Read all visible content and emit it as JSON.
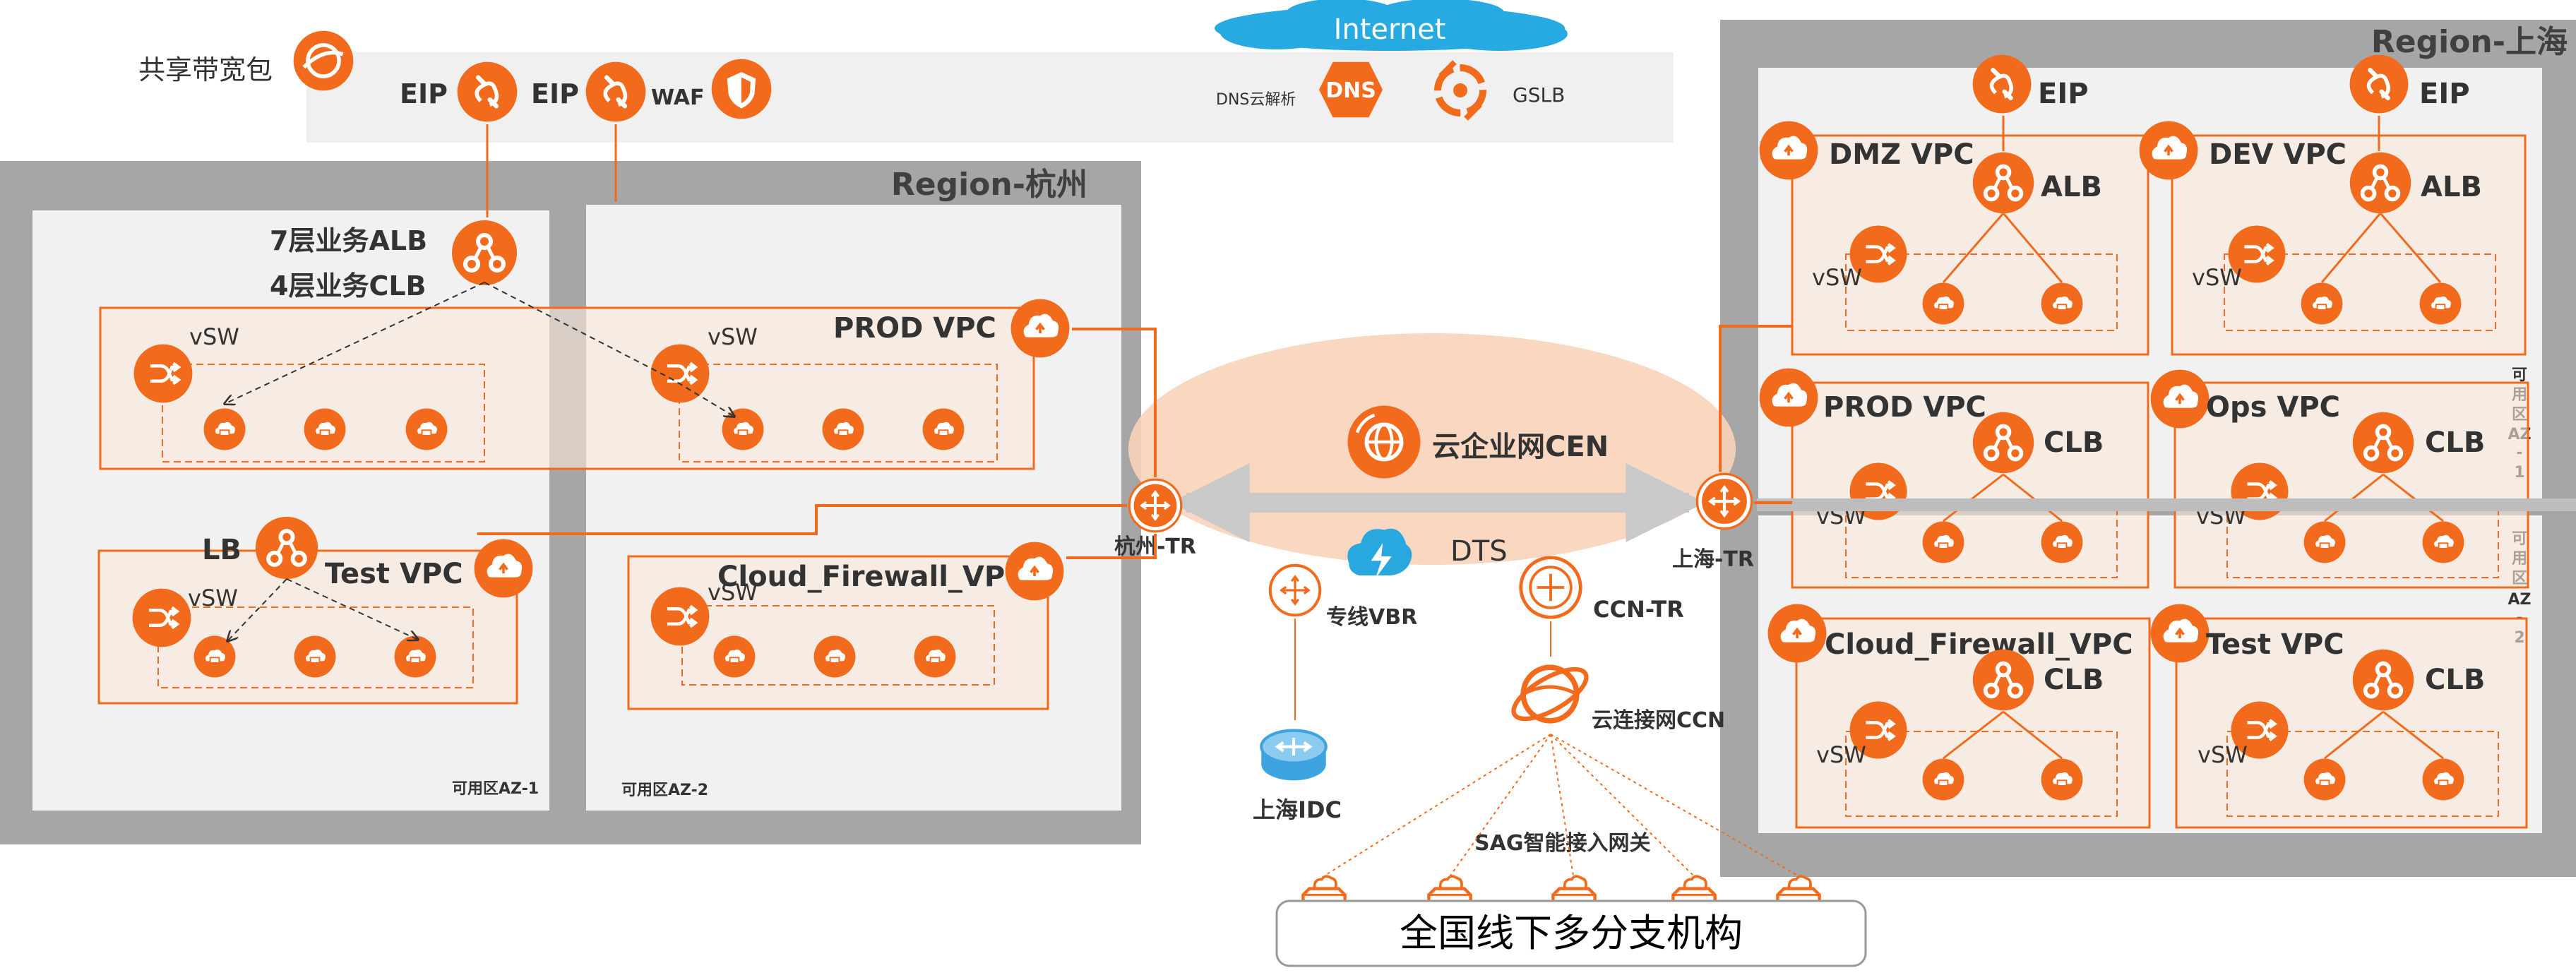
{
  "colors": {
    "accent": "#F26B1D",
    "region_gray": "#A6A6A6",
    "zone_fill": "#F1F1F1",
    "vpc_fill": "#FDEEE4",
    "cen_ellipse": "#FAD3BA",
    "trunk": "#C9C9C9",
    "cloud_blue": "#27A9E1",
    "dts_blue": "#29A8E0",
    "idc_blue": "#3EA4E0",
    "text": "#333333"
  },
  "internet": {
    "label": "Internet",
    "dns_label": "DNS云解析",
    "gslb_label": "GSLB",
    "dns_icon_text": "DNS"
  },
  "top_bar": {
    "bandwidth_label": "共享带宽包",
    "eip1": "EIP",
    "eip2": "EIP",
    "waf": "WAF"
  },
  "hangzhou": {
    "title": "Region-杭州",
    "az1": "可用区AZ-1",
    "az2": "可用区AZ-2",
    "alb7": "7层业务ALB",
    "clb4": "4层业务CLB",
    "prod_vpc": "PROD VPC",
    "test_lb": "LB",
    "test_vpc": "Test  VPC",
    "fw_vpc": "Cloud_Firewall_VPC",
    "vsw": "vSW"
  },
  "center": {
    "cen": "云企业网CEN",
    "hz_tr": "杭州-TR",
    "sh_tr": "上海-TR",
    "dts": "DTS",
    "vbr": "专线VBR",
    "ccn_tr": "CCN-TR",
    "ccn": "云连接网CCN",
    "idc": "上海IDC",
    "sag": "SAG智能接入网关",
    "branches": "全国线下多分支机构"
  },
  "shanghai": {
    "title": "Region-上海",
    "eip": "EIP",
    "alb": "ALB",
    "clb": "CLB",
    "vsw": "vSW",
    "dmz_vpc": "DMZ VPC",
    "dev_vpc": "DEV VPC",
    "prod_vpc": "PROD VPC",
    "ops_vpc": "Ops VPC",
    "fw_vpc": "Cloud_Firewall_VPC",
    "test_vpc": "Test VPC",
    "az1_chars": [
      "可",
      "用",
      "区",
      "AZ",
      "-",
      "1"
    ],
    "az2_chars": [
      "可",
      "用",
      "区",
      "AZ",
      "-",
      "2"
    ]
  }
}
